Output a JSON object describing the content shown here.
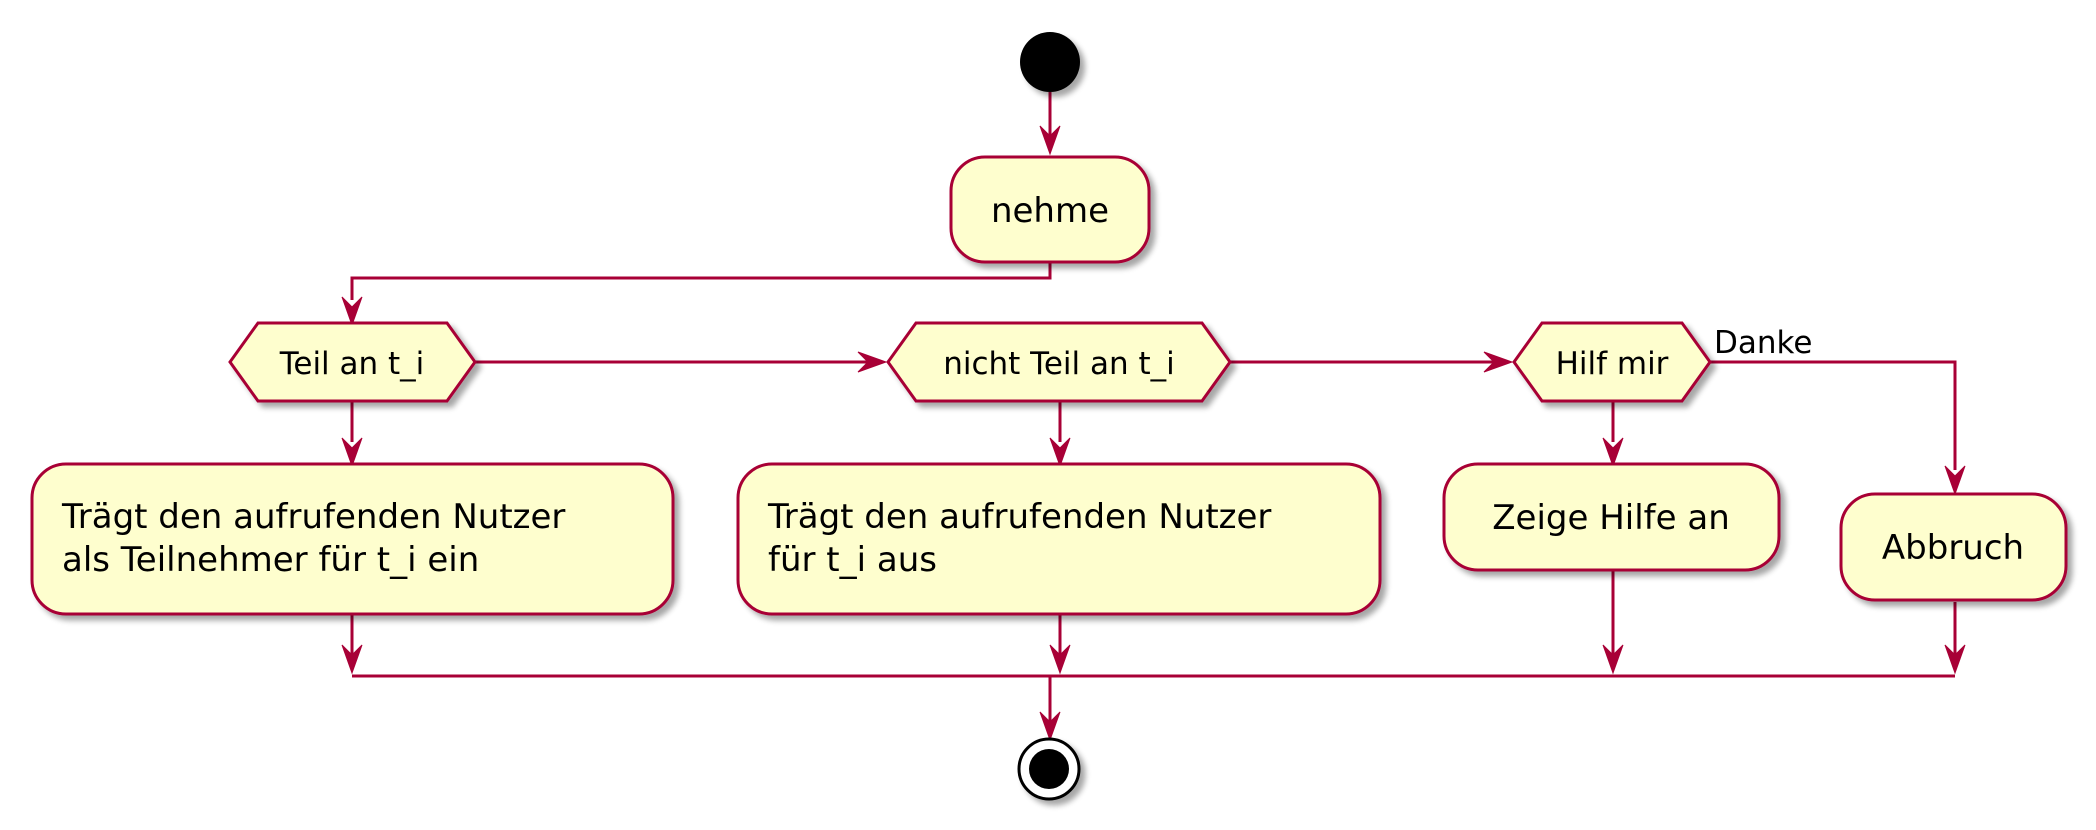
{
  "colors": {
    "line": "#A80036",
    "node_fill": "#FEFECE",
    "node_stroke": "#A80036",
    "text": "#000000",
    "start_end": "#000000",
    "shadow": "#c8c8c8"
  },
  "nodes": {
    "activity_nehme": "nehme",
    "decision_1": "Teil an t_i",
    "decision_2": "nicht Teil an t_i",
    "decision_3": "Hilf mir",
    "edge_danke": "Danke",
    "action_1": {
      "line1": "Trägt den aufrufenden Nutzer",
      "line2": "als Teilnehmer für t_i ein"
    },
    "action_2": {
      "line1": "Trägt den aufrufenden Nutzer",
      "line2": "für t_i aus"
    },
    "action_3": "Zeige Hilfe an",
    "action_4": "Abbruch"
  }
}
